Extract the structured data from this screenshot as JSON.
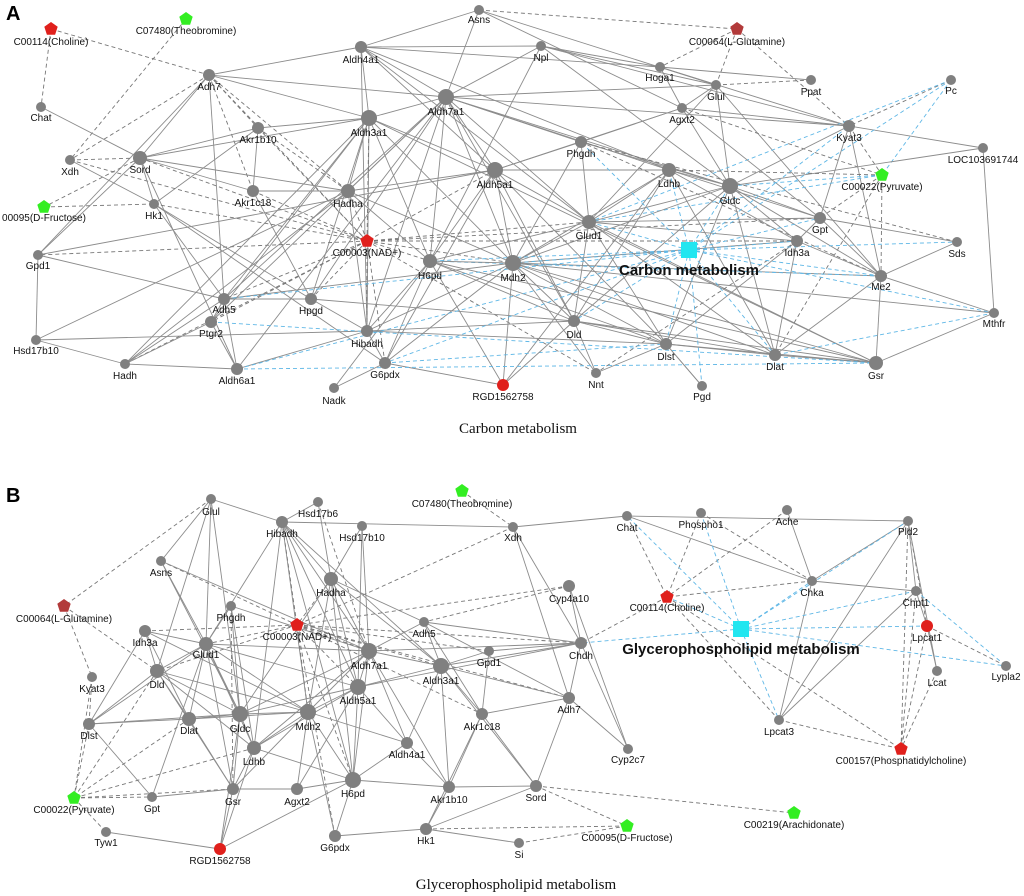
{
  "colors": {
    "gene_node": "#808080",
    "compound_red": "#e0201c",
    "compound_darkred": "#b23a3a",
    "compound_green": "#33ee22",
    "pathway_hub": "#22e6f0",
    "edge_gray": "#8c8c8c",
    "edge_blue": "#5fb7e6"
  },
  "panels": [
    {
      "letter": "A",
      "caption": "Carbon metabolism",
      "hub": {
        "id": "hubA",
        "label": "Carbon metabolism"
      },
      "nodes": [
        {
          "id": "C00114",
          "label": "C00114(Choline)",
          "kind": "compound",
          "color": "red"
        },
        {
          "id": "C07480",
          "label": "C07480(Theobromine)",
          "kind": "compound",
          "color": "green"
        },
        {
          "id": "Asns",
          "label": "Asns",
          "kind": "gene"
        },
        {
          "id": "C00064",
          "label": "C00064(L-Glutamine)",
          "kind": "compound",
          "color": "darkred"
        },
        {
          "id": "Aldh4a1",
          "label": "Aldh4a1",
          "kind": "gene"
        },
        {
          "id": "Npl",
          "label": "Npl",
          "kind": "gene"
        },
        {
          "id": "Adh7",
          "label": "Adh7",
          "kind": "gene"
        },
        {
          "id": "Hoga1",
          "label": "Hoga1",
          "kind": "gene"
        },
        {
          "id": "Glul",
          "label": "Glul",
          "kind": "gene"
        },
        {
          "id": "Ppat",
          "label": "Ppat",
          "kind": "gene"
        },
        {
          "id": "Pc",
          "label": "Pc",
          "kind": "gene"
        },
        {
          "id": "Chat",
          "label": "Chat",
          "kind": "gene"
        },
        {
          "id": "Aldh7a1",
          "label": "Aldh7a1",
          "kind": "gene"
        },
        {
          "id": "Aldh3a1",
          "label": "Aldh3a1",
          "kind": "gene"
        },
        {
          "id": "Akr1b10",
          "label": "Akr1b10",
          "kind": "gene"
        },
        {
          "id": "Agxt2",
          "label": "Agxt2",
          "kind": "gene"
        },
        {
          "id": "Kyat3",
          "label": "Kyat3",
          "kind": "gene"
        },
        {
          "id": "LOC103691744",
          "label": "LOC103691744",
          "kind": "gene"
        },
        {
          "id": "Xdh",
          "label": "Xdh",
          "kind": "gene"
        },
        {
          "id": "Sord",
          "label": "Sord",
          "kind": "gene"
        },
        {
          "id": "Phgdh",
          "label": "Phgdh",
          "kind": "gene"
        },
        {
          "id": "C00022",
          "label": "C00022(Pyruvate)",
          "kind": "compound",
          "color": "green"
        },
        {
          "id": "Akr1c18",
          "label": "Akr1c18",
          "kind": "gene"
        },
        {
          "id": "Hadha",
          "label": "Hadha",
          "kind": "gene"
        },
        {
          "id": "Aldh5a1",
          "label": "Aldh5a1",
          "kind": "gene"
        },
        {
          "id": "Ldhb",
          "label": "Ldhb",
          "kind": "gene"
        },
        {
          "id": "Gldc",
          "label": "Gldc",
          "kind": "gene"
        },
        {
          "id": "C00095",
          "label": "00095(D-Fructose)",
          "kind": "compound",
          "color": "green"
        },
        {
          "id": "Hk1",
          "label": "Hk1",
          "kind": "gene"
        },
        {
          "id": "C00003",
          "label": "C00003(NAD+)",
          "kind": "compound",
          "color": "red"
        },
        {
          "id": "Glud1",
          "label": "Glud1",
          "kind": "gene"
        },
        {
          "id": "Gpt",
          "label": "Gpt",
          "kind": "gene"
        },
        {
          "id": "Idh3a",
          "label": "Idh3a",
          "kind": "gene"
        },
        {
          "id": "Sds",
          "label": "Sds",
          "kind": "gene"
        },
        {
          "id": "Gpd1",
          "label": "Gpd1",
          "kind": "gene"
        },
        {
          "id": "Me2",
          "label": "Me2",
          "kind": "gene"
        },
        {
          "id": "Adh5",
          "label": "Adh5",
          "kind": "gene"
        },
        {
          "id": "H6pd",
          "label": "H6pd",
          "kind": "gene"
        },
        {
          "id": "Mdh2",
          "label": "Mdh2",
          "kind": "gene"
        },
        {
          "id": "Hpgd",
          "label": "Hpgd",
          "kind": "gene"
        },
        {
          "id": "Ptgr2",
          "label": "Ptgr2",
          "kind": "gene"
        },
        {
          "id": "Dld",
          "label": "Dld",
          "kind": "gene"
        },
        {
          "id": "Mthfr",
          "label": "Mthfr",
          "kind": "gene"
        },
        {
          "id": "Hsd17b10",
          "label": "Hsd17b10",
          "kind": "gene"
        },
        {
          "id": "Hibadh",
          "label": "Hibadh",
          "kind": "gene"
        },
        {
          "id": "Dlst",
          "label": "Dlst",
          "kind": "gene"
        },
        {
          "id": "Dlat",
          "label": "Dlat",
          "kind": "gene"
        },
        {
          "id": "Gsr",
          "label": "Gsr",
          "kind": "gene"
        },
        {
          "id": "Hadh",
          "label": "Hadh",
          "kind": "gene"
        },
        {
          "id": "Aldh6a1",
          "label": "Aldh6a1",
          "kind": "gene"
        },
        {
          "id": "G6pdx",
          "label": "G6pdx",
          "kind": "gene"
        },
        {
          "id": "Nadk",
          "label": "Nadk",
          "kind": "gene"
        },
        {
          "id": "RGD1562758",
          "label": "RGD1562758",
          "kind": "compound",
          "color": "red"
        },
        {
          "id": "Nnt",
          "label": "Nnt",
          "kind": "gene"
        },
        {
          "id": "Pgd",
          "label": "Pgd",
          "kind": "gene"
        }
      ]
    },
    {
      "letter": "B",
      "caption": "Glycerophospholipid metabolism",
      "hub": {
        "id": "hubB",
        "label": "Glycerophospholipid metabolism"
      },
      "nodes": [
        {
          "id": "Glul",
          "label": "Glul",
          "kind": "gene"
        },
        {
          "id": "Hsd17b6",
          "label": "Hsd17b6",
          "kind": "gene"
        },
        {
          "id": "C07480",
          "label": "C07480(Theobromine)",
          "kind": "compound",
          "color": "green"
        },
        {
          "id": "Hibadh",
          "label": "Hibadh",
          "kind": "gene"
        },
        {
          "id": "Hsd17b10",
          "label": "Hsd17b10",
          "kind": "gene"
        },
        {
          "id": "Xdh",
          "label": "Xdh",
          "kind": "gene"
        },
        {
          "id": "Chat",
          "label": "Chat",
          "kind": "gene"
        },
        {
          "id": "Phospho1",
          "label": "Phospho1",
          "kind": "gene"
        },
        {
          "id": "Ache",
          "label": "Ache",
          "kind": "gene"
        },
        {
          "id": "Pld2",
          "label": "Pld2",
          "kind": "gene"
        },
        {
          "id": "Asns",
          "label": "Asns",
          "kind": "gene"
        },
        {
          "id": "Hadha",
          "label": "Hadha",
          "kind": "gene"
        },
        {
          "id": "Chka",
          "label": "Chka",
          "kind": "gene"
        },
        {
          "id": "C00064",
          "label": "C00064(L-Glutamine)",
          "kind": "compound",
          "color": "darkred"
        },
        {
          "id": "Phgdh",
          "label": "Phgdh",
          "kind": "gene"
        },
        {
          "id": "Cyp4a10",
          "label": "Cyp4a10",
          "kind": "gene"
        },
        {
          "id": "C00114",
          "label": "C00114(Choline)",
          "kind": "compound",
          "color": "red"
        },
        {
          "id": "Chpt1",
          "label": "Chpt1",
          "kind": "gene"
        },
        {
          "id": "Idh3a",
          "label": "Idh3a",
          "kind": "gene"
        },
        {
          "id": "Glud1",
          "label": "Glud1",
          "kind": "gene"
        },
        {
          "id": "C00003",
          "label": "C00003(NAD+)",
          "kind": "compound",
          "color": "red"
        },
        {
          "id": "Adh5",
          "label": "Adh5",
          "kind": "gene"
        },
        {
          "id": "Lpcat1",
          "label": "Lpcat1",
          "kind": "compound",
          "color": "red"
        },
        {
          "id": "Aldh7a1",
          "label": "Aldh7a1",
          "kind": "gene"
        },
        {
          "id": "Chdh",
          "label": "Chdh",
          "kind": "gene"
        },
        {
          "id": "Gpd1",
          "label": "Gpd1",
          "kind": "gene"
        },
        {
          "id": "Kyat3",
          "label": "Kyat3",
          "kind": "gene"
        },
        {
          "id": "Aldh3a1",
          "label": "Aldh3a1",
          "kind": "gene"
        },
        {
          "id": "Lypla2",
          "label": "Lypla2",
          "kind": "gene"
        },
        {
          "id": "Lcat",
          "label": "Lcat",
          "kind": "gene"
        },
        {
          "id": "Dld",
          "label": "Dld",
          "kind": "gene"
        },
        {
          "id": "Adh7",
          "label": "Adh7",
          "kind": "gene"
        },
        {
          "id": "Dlst",
          "label": "Dlst",
          "kind": "gene"
        },
        {
          "id": "Dlat",
          "label": "Dlat",
          "kind": "gene"
        },
        {
          "id": "Gldc",
          "label": "Gldc",
          "kind": "gene"
        },
        {
          "id": "Mdh2",
          "label": "Mdh2",
          "kind": "gene"
        },
        {
          "id": "Aldh5a1",
          "label": "Aldh5a1",
          "kind": "gene"
        },
        {
          "id": "Akr1c18",
          "label": "Akr1c18",
          "kind": "gene"
        },
        {
          "id": "Lpcat3",
          "label": "Lpcat3",
          "kind": "gene"
        },
        {
          "id": "Ldhb",
          "label": "Ldhb",
          "kind": "gene"
        },
        {
          "id": "Aldh4a1",
          "label": "Aldh4a1",
          "kind": "gene"
        },
        {
          "id": "Cyp2c7",
          "label": "Cyp2c7",
          "kind": "gene"
        },
        {
          "id": "C00157",
          "label": "C00157(Phosphatidylcholine)",
          "kind": "compound",
          "color": "red"
        },
        {
          "id": "C00022",
          "label": "C00022(Pyruvate)",
          "kind": "compound",
          "color": "green"
        },
        {
          "id": "Gpt",
          "label": "Gpt",
          "kind": "gene"
        },
        {
          "id": "Gsr",
          "label": "Gsr",
          "kind": "gene"
        },
        {
          "id": "Agxt2",
          "label": "Agxt2",
          "kind": "gene"
        },
        {
          "id": "H6pd",
          "label": "H6pd",
          "kind": "gene"
        },
        {
          "id": "Akr1b10",
          "label": "Akr1b10",
          "kind": "gene"
        },
        {
          "id": "Sord",
          "label": "Sord",
          "kind": "gene"
        },
        {
          "id": "C00219",
          "label": "C00219(Arachidonate)",
          "kind": "compound",
          "color": "green"
        },
        {
          "id": "Tyw1",
          "label": "Tyw1",
          "kind": "gene"
        },
        {
          "id": "G6pdx",
          "label": "G6pdx",
          "kind": "gene"
        },
        {
          "id": "Hk1",
          "label": "Hk1",
          "kind": "gene"
        },
        {
          "id": "C00095",
          "label": "C00095(D-Fructose)",
          "kind": "compound",
          "color": "green"
        },
        {
          "id": "Si",
          "label": "Si",
          "kind": "gene"
        },
        {
          "id": "RGD1562758",
          "label": "RGD1562758",
          "kind": "compound",
          "color": "red"
        }
      ]
    }
  ]
}
